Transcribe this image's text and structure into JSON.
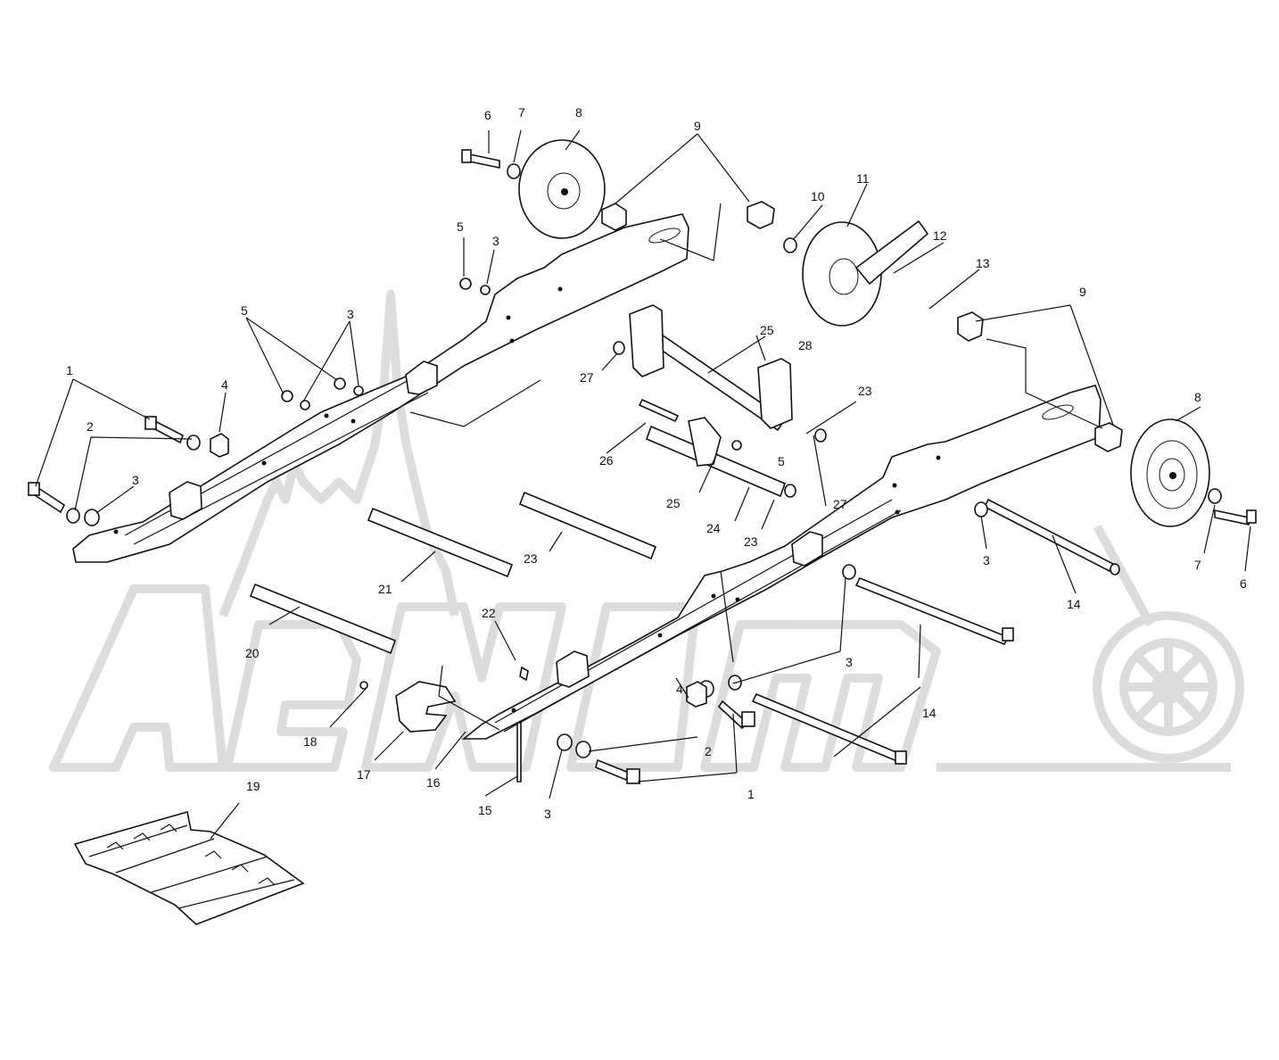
{
  "watermark": {
    "text": "AeriKm"
  },
  "callouts": [
    {
      "id": "c1a",
      "text": "1"
    },
    {
      "id": "c1b",
      "text": "1"
    },
    {
      "id": "c2a",
      "text": "2"
    },
    {
      "id": "c2b",
      "text": "2"
    },
    {
      "id": "c3a",
      "text": "3"
    },
    {
      "id": "c3b",
      "text": "3"
    },
    {
      "id": "c3c",
      "text": "3"
    },
    {
      "id": "c3d",
      "text": "3"
    },
    {
      "id": "c3e",
      "text": "3"
    },
    {
      "id": "c3f",
      "text": "3"
    },
    {
      "id": "c4a",
      "text": "4"
    },
    {
      "id": "c4b",
      "text": "4"
    },
    {
      "id": "c5a",
      "text": "5"
    },
    {
      "id": "c5b",
      "text": "5"
    },
    {
      "id": "c5c",
      "text": "5"
    },
    {
      "id": "c6a",
      "text": "6"
    },
    {
      "id": "c6b",
      "text": "6"
    },
    {
      "id": "c7a",
      "text": "7"
    },
    {
      "id": "c7b",
      "text": "7"
    },
    {
      "id": "c8a",
      "text": "8"
    },
    {
      "id": "c8b",
      "text": "8"
    },
    {
      "id": "c9a",
      "text": "9"
    },
    {
      "id": "c9b",
      "text": "9"
    },
    {
      "id": "c10",
      "text": "10"
    },
    {
      "id": "c11",
      "text": "11"
    },
    {
      "id": "c12",
      "text": "12"
    },
    {
      "id": "c13",
      "text": "13"
    },
    {
      "id": "c14a",
      "text": "14"
    },
    {
      "id": "c14b",
      "text": "14"
    },
    {
      "id": "c15",
      "text": "15"
    },
    {
      "id": "c16",
      "text": "16"
    },
    {
      "id": "c17",
      "text": "17"
    },
    {
      "id": "c18",
      "text": "18"
    },
    {
      "id": "c19",
      "text": "19"
    },
    {
      "id": "c20",
      "text": "20"
    },
    {
      "id": "c21",
      "text": "21"
    },
    {
      "id": "c22",
      "text": "22"
    },
    {
      "id": "c23a",
      "text": "23"
    },
    {
      "id": "c23b",
      "text": "23"
    },
    {
      "id": "c23c",
      "text": "23"
    },
    {
      "id": "c24",
      "text": "24"
    },
    {
      "id": "c25a",
      "text": "25"
    },
    {
      "id": "c25b",
      "text": "25"
    },
    {
      "id": "c26",
      "text": "26"
    },
    {
      "id": "c27a",
      "text": "27"
    },
    {
      "id": "c27b",
      "text": "27"
    },
    {
      "id": "c28",
      "text": "28"
    }
  ]
}
